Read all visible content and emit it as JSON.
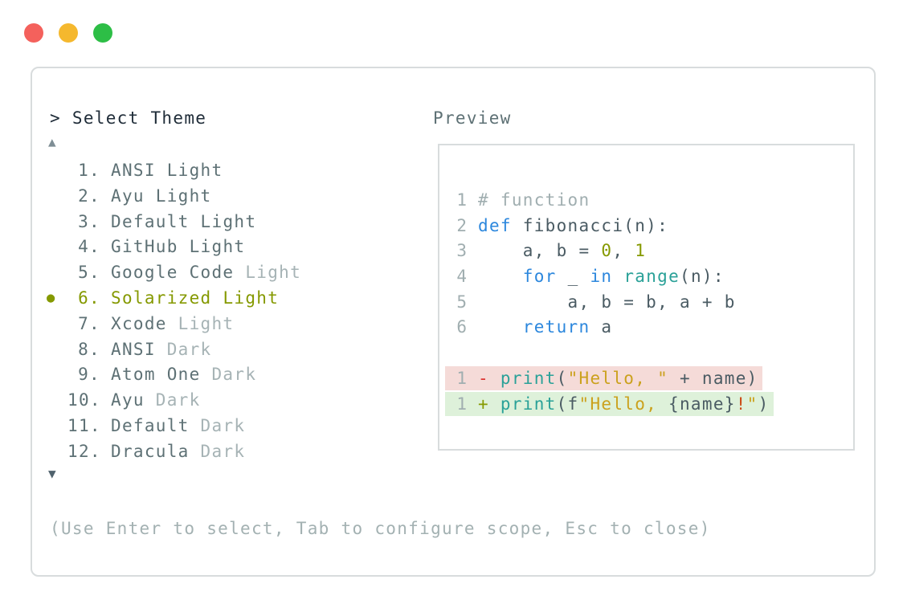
{
  "window": {
    "traffic_lights": [
      {
        "name": "close-button",
        "color": "#f4615c"
      },
      {
        "name": "minimize-button",
        "color": "#f5b82e"
      },
      {
        "name": "zoom-button",
        "color": "#2dbe46"
      }
    ]
  },
  "dialog": {
    "prompt": "> Select Theme",
    "preview_label": "Preview",
    "scroll_up_icon": "▲",
    "scroll_down_icon": "▼",
    "hint": "(Use Enter to select, Tab to configure scope, Esc to close)",
    "selected_bullet_icon": "●"
  },
  "theme_list": {
    "selected_number": "6.",
    "items": [
      {
        "number": "1.",
        "name": "ANSI",
        "variant": "Light",
        "variant_dimmed": false,
        "selected": false
      },
      {
        "number": "2.",
        "name": "Ayu",
        "variant": "Light",
        "variant_dimmed": false,
        "selected": false
      },
      {
        "number": "3.",
        "name": "Default",
        "variant": "Light",
        "variant_dimmed": false,
        "selected": false
      },
      {
        "number": "4.",
        "name": "GitHub",
        "variant": "Light",
        "variant_dimmed": false,
        "selected": false
      },
      {
        "number": "5.",
        "name": "Google Code",
        "variant": "Light",
        "variant_dimmed": true,
        "selected": false
      },
      {
        "number": "6.",
        "name": "Solarized",
        "variant": "Light",
        "variant_dimmed": false,
        "selected": true
      },
      {
        "number": "7.",
        "name": "Xcode",
        "variant": "Light",
        "variant_dimmed": true,
        "selected": false
      },
      {
        "number": "8.",
        "name": "ANSI",
        "variant": "Dark",
        "variant_dimmed": true,
        "selected": false
      },
      {
        "number": "9.",
        "name": "Atom One",
        "variant": "Dark",
        "variant_dimmed": true,
        "selected": false
      },
      {
        "number": "10.",
        "name": "Ayu",
        "variant": "Dark",
        "variant_dimmed": true,
        "selected": false
      },
      {
        "number": "11.",
        "name": "Default",
        "variant": "Dark",
        "variant_dimmed": true,
        "selected": false
      },
      {
        "number": "12.",
        "name": "Dracula",
        "variant": "Dark",
        "variant_dimmed": true,
        "selected": false
      }
    ]
  },
  "preview": {
    "code_lines": [
      {
        "num": "1",
        "diff": null,
        "tokens": [
          {
            "text": "# function",
            "color": "comment"
          }
        ]
      },
      {
        "num": "2",
        "diff": null,
        "tokens": [
          {
            "text": "def",
            "color": "keyword"
          },
          {
            "text": " fibonacci(n):",
            "color": "code"
          }
        ]
      },
      {
        "num": "3",
        "diff": null,
        "tokens": [
          {
            "text": "    a, b = ",
            "color": "code"
          },
          {
            "text": "0",
            "color": "number"
          },
          {
            "text": ", ",
            "color": "code"
          },
          {
            "text": "1",
            "color": "number"
          }
        ]
      },
      {
        "num": "4",
        "diff": null,
        "tokens": [
          {
            "text": "    ",
            "color": "code"
          },
          {
            "text": "for",
            "color": "keyword"
          },
          {
            "text": " _ ",
            "color": "code"
          },
          {
            "text": "in",
            "color": "keyword"
          },
          {
            "text": " ",
            "color": "code"
          },
          {
            "text": "range",
            "color": "function"
          },
          {
            "text": "(n):",
            "color": "code"
          }
        ]
      },
      {
        "num": "5",
        "diff": null,
        "tokens": [
          {
            "text": "        a, b = b, a + b",
            "color": "code"
          }
        ]
      },
      {
        "num": "6",
        "diff": null,
        "tokens": [
          {
            "text": "    ",
            "color": "code"
          },
          {
            "text": "return",
            "color": "keyword"
          },
          {
            "text": " a",
            "color": "code"
          }
        ]
      },
      {
        "num": "",
        "diff": null,
        "tokens": []
      },
      {
        "num": "1",
        "diff": "removed",
        "tokens": [
          {
            "text": "- ",
            "color": "removed_sign"
          },
          {
            "text": "print",
            "color": "function"
          },
          {
            "text": "(",
            "color": "code"
          },
          {
            "text": "\"Hello, \"",
            "color": "string"
          },
          {
            "text": " + name)",
            "color": "code"
          }
        ]
      },
      {
        "num": "1",
        "diff": "added",
        "tokens": [
          {
            "text": "+ ",
            "color": "added_sign"
          },
          {
            "text": "print",
            "color": "function"
          },
          {
            "text": "(f",
            "color": "code"
          },
          {
            "text": "\"Hello, ",
            "color": "string"
          },
          {
            "text": "{name}",
            "color": "code"
          },
          {
            "text": "!",
            "color": "special"
          },
          {
            "text": "\"",
            "color": "string"
          },
          {
            "text": ")",
            "color": "code"
          }
        ]
      }
    ]
  },
  "colors": {
    "prompt_text": "#1f2c38",
    "list_text": "#5e7175",
    "dim_text": "#a6b3b5",
    "accent_selected": "#859900",
    "hint_text": "#a3b1b2",
    "border": "#d8dcdd",
    "scroll_up": "#7e8e95",
    "scroll_down": "#50626d",
    "code": "#4a5b63",
    "comment": "#a0aeb0",
    "line_number": "#a0aeb0",
    "keyword": "#2c87dd",
    "function": "#2aa198",
    "string": "#cba11d",
    "number": "#859900",
    "removed_sign": "#dc322f",
    "added_sign": "#859900",
    "special": "#cb4b16",
    "removed_bg": "#f5dbd8",
    "added_bg": "#def1da"
  }
}
